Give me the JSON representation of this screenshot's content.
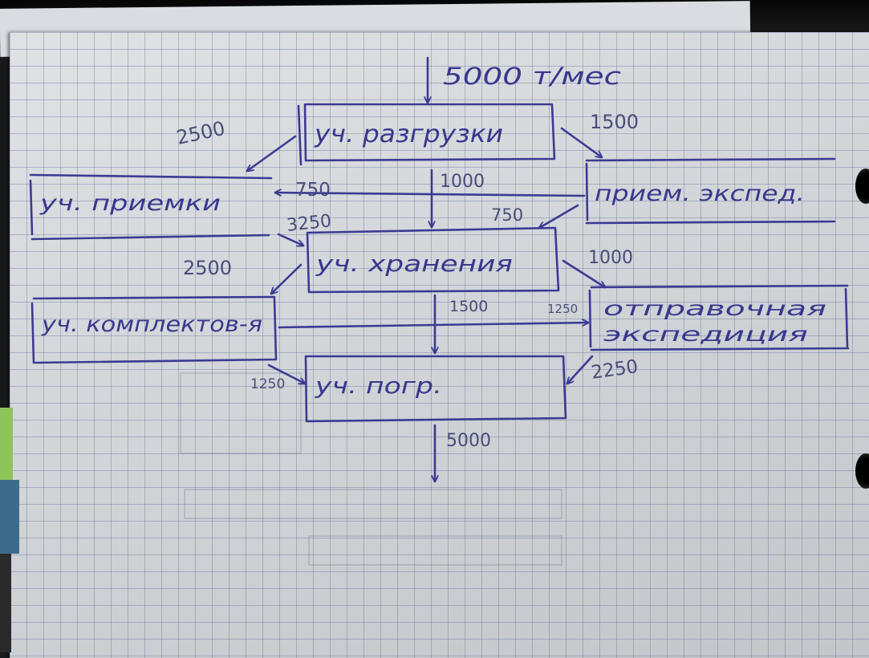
{
  "colors": {
    "ink": "#3c3a93",
    "paper": "#d3d7db",
    "grid": "#7a88aa"
  },
  "nodes": {
    "unloading": "уч. разгрузки",
    "acceptance": "уч. приемки",
    "reception_expedition": "прием. экспед.",
    "storage": "уч. хранения",
    "picking": "уч. комплектов-я",
    "dispatch_expedition_line1": "отправочная",
    "dispatch_expedition_line2": "экспедиция",
    "loading": "уч. погр."
  },
  "flows": {
    "input": "5000 т/мес",
    "unloading_to_acceptance": "2500",
    "unloading_to_reception": "1500",
    "reception_to_acceptance": "750",
    "unloading_to_storage": "1000",
    "reception_to_storage": "750",
    "acceptance_to_storage": "3250",
    "storage_to_picking": "2500",
    "storage_to_dispatch": "1000",
    "storage_to_loading": "1500",
    "picking_to_dispatch": "1250",
    "picking_to_loading": "1250",
    "dispatch_to_loading": "2250",
    "output": "5000"
  }
}
